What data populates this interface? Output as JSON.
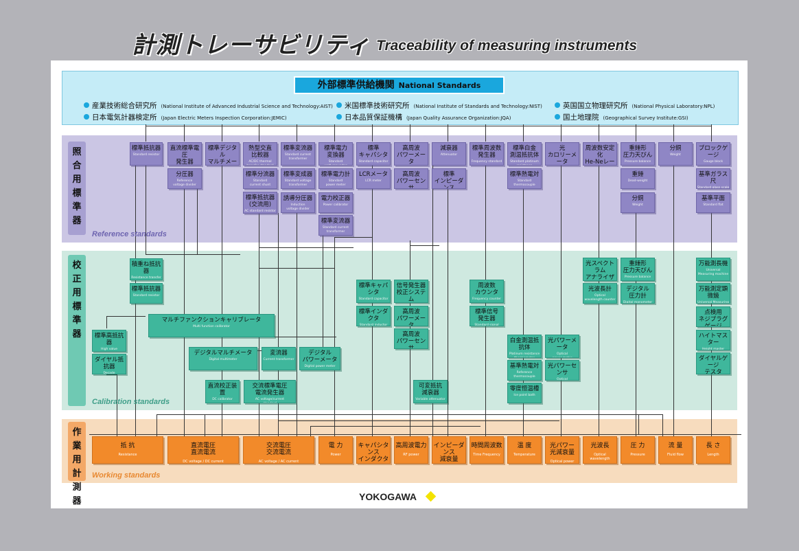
{
  "title": {
    "jp": "計測トレーサビリティ",
    "en": "Traceability of measuring instruments"
  },
  "national": {
    "title_jp": "外部標準供給機関",
    "title_en": "National Standards",
    "institutes": [
      {
        "jp": "産業技術総合研究所",
        "en": "(National Institute of Advanced Industrial Science and Technology:AIST)"
      },
      {
        "jp": "日本電気計器検定所",
        "en": "(Japan Electric Meters Inspection Corporation:JEMIC)"
      },
      {
        "jp": "米国標準技術研究所",
        "en": "(National Institute of Standards and Technology:NIST)"
      },
      {
        "jp": "日本品質保証機構",
        "en": "(Japan Quality Assurance Organization:JQA)"
      },
      {
        "jp": "英国国立物理研究所",
        "en": "(National Physical Laboratory:NPL)"
      },
      {
        "jp": "国土地理院",
        "en": "(Geographical Survey Institute:GSI)"
      }
    ]
  },
  "bands": {
    "reference": {
      "label": "照合用標準器",
      "en": "Reference standards"
    },
    "calibration": {
      "label": "校正用標準器",
      "en": "Calibration standards"
    },
    "working": {
      "label": "作業用計測器",
      "en": "Working standards"
    }
  },
  "reference_boxes": [
    {
      "jp": "標準抵抗器",
      "en": "Standard resistor"
    },
    {
      "jp": "直流標準電圧\n発生器",
      "en": "DC voltage\nreference standard"
    },
    {
      "jp": "分圧器",
      "en": "Reference\nvoltage divider"
    },
    {
      "jp": "標準デジタル\nマルチメータ",
      "en": "Multifunction\ntransfer standard"
    },
    {
      "jp": "熱型交直\n比較器",
      "en": "AC/DC thermal\ntransfer standard"
    },
    {
      "jp": "標準分流器",
      "en": "Standard\ncurrent shunt"
    },
    {
      "jp": "標準抵抗器\n(交流用)",
      "en": "AC standard resistor"
    },
    {
      "jp": "標準変流器",
      "en": "Standard current\ntransformer"
    },
    {
      "jp": "標準変成器",
      "en": "Standard voltage\ntransformer"
    },
    {
      "jp": "誘導分圧器",
      "en": "Induction\nvoltage divider"
    },
    {
      "jp": "標準電力\n変換器",
      "en": "Standard\nwatt converter"
    },
    {
      "jp": "標準電力計",
      "en": "Standard\npower meter"
    },
    {
      "jp": "電力校正器",
      "en": "Power calibrator"
    },
    {
      "jp": "標準変流器",
      "en": "Standard current\ntransformer"
    },
    {
      "jp": "標準\nキャパシタ",
      "en": "Standard capacitor"
    },
    {
      "jp": "LCRメータ",
      "en": "LCR meter"
    },
    {
      "jp": "高周波\nパワーメータ",
      "en": "RF power meter"
    },
    {
      "jp": "高周波\nパワーセンサ",
      "en": "RF power sensor"
    },
    {
      "jp": "減衰器",
      "en": "Attenuator"
    },
    {
      "jp": "標準\nインピーダンス",
      "en": "Standard impedance"
    },
    {
      "jp": "標準周波数\n発生器",
      "en": "Frequency standard"
    },
    {
      "jp": "標準白金\n測温抵抗体",
      "en": "Standard platinum\nresistance thermometer"
    },
    {
      "jp": "標準熱電対",
      "en": "Standard\nthermocouple"
    },
    {
      "jp": "光\nカロリーメータ",
      "en": "Optical calorimeter"
    },
    {
      "jp": "周波数安定化\nHe-Neレーザ",
      "en": "Frequency-stabilized\nHe-Ne laser"
    },
    {
      "jp": "重錘形\n圧力天びん",
      "en": "Pressure balance"
    },
    {
      "jp": "重錘",
      "en": "Dead-weight"
    },
    {
      "jp": "分銅",
      "en": "Weight"
    },
    {
      "jp": "分銅",
      "en": "Weight"
    },
    {
      "jp": "ブロックゲージ",
      "en": "Gauge block"
    },
    {
      "jp": "基準ガラス尺",
      "en": "Standard glass scale"
    },
    {
      "jp": "基準平面",
      "en": "Standard flat"
    }
  ],
  "calibration_boxes": [
    {
      "jp": "積重ね抵抗器",
      "en": "Resistance transfer\nstandard"
    },
    {
      "jp": "標準抵抗器",
      "en": "Standard resistor"
    },
    {
      "jp": "標準高抵抗器",
      "en": "High value\nstandard resistor"
    },
    {
      "jp": "ダイヤル抵抗器",
      "en": "Decade\nresistance box"
    },
    {
      "jp": "マルチファンクションキャリブレータ",
      "en": "Multi function calibrator"
    },
    {
      "jp": "デジタルマルチメータ",
      "en": "Digital multimeter"
    },
    {
      "jp": "変流器",
      "en": "Current transformer"
    },
    {
      "jp": "デジタル\nパワーメータ",
      "en": "Digital power meter"
    },
    {
      "jp": "直流校正装置",
      "en": "DC calibrator"
    },
    {
      "jp": "交流標準電圧\n電流発生器",
      "en": "AC voltage/current\nstandard"
    },
    {
      "jp": "標準キャパシタ",
      "en": "Standard capacitor"
    },
    {
      "jp": "標準インダクタ",
      "en": "Standard inductor"
    },
    {
      "jp": "信号発生器\n校正システム",
      "en": "Signal generator\ncalibration system"
    },
    {
      "jp": "高周波\nパワーメータ",
      "en": "RF power meter"
    },
    {
      "jp": "高周波\nパワーセンサ",
      "en": "RF power sensor"
    },
    {
      "jp": "可変抵抗\n減衰器",
      "en": "Variable attenuator"
    },
    {
      "jp": "周波数\nカウンタ",
      "en": "Frequency counter"
    },
    {
      "jp": "標準信号\n発生器",
      "en": "Standard signal\ngenerator"
    },
    {
      "jp": "白金測温抵抗体",
      "en": "Platinum resistance\nthermometer"
    },
    {
      "jp": "基準熱電対",
      "en": "Reference\nthermocouple"
    },
    {
      "jp": "零度恒温槽",
      "en": "Ice point bath"
    },
    {
      "jp": "光パワーメータ",
      "en": "Optical\npower meter"
    },
    {
      "jp": "光パワーセンサ",
      "en": "Optical\npower sensor"
    },
    {
      "jp": "光スペクトラム\nアナライザ",
      "en": "Optical\nspectrum analyzer"
    },
    {
      "jp": "光波長計",
      "en": "Optical\nwavelength counter"
    },
    {
      "jp": "重錘形\n圧力天びん",
      "en": "Pressure balance"
    },
    {
      "jp": "デジタル\n圧力計",
      "en": "Digital manometer"
    },
    {
      "jp": "万能測長機",
      "en": "Universal\nMeasuring machine"
    },
    {
      "jp": "万能測定顕微鏡",
      "en": "Universal Measuring\nmicro scope"
    },
    {
      "jp": "点検用\nネジプラグゲージ",
      "en": "Screw plug gauge\nfor checking"
    },
    {
      "jp": "ハイトマスター",
      "en": "Height master"
    },
    {
      "jp": "ダイヤルゲージ\nテスタ",
      "en": "Dial gauge tester"
    }
  ],
  "working_boxes": [
    {
      "jp": "抵 抗",
      "en": "Resistance"
    },
    {
      "jp": "直流電圧\n直流電流",
      "en": "DC voltage / DC current"
    },
    {
      "jp": "交流電圧\n交流電流",
      "en": "AC voltage / AC current"
    },
    {
      "jp": "電 力",
      "en": "Power"
    },
    {
      "jp": "キャパシタンス\nインダクタンス",
      "en": "Capacitance\nInductance"
    },
    {
      "jp": "高周波電力",
      "en": "RF power"
    },
    {
      "jp": "インピーダンス\n減衰量",
      "en": "Impedance\nAttenuation"
    },
    {
      "jp": "時間周波数",
      "en": "Time Frequency"
    },
    {
      "jp": "温 度",
      "en": "Temperature"
    },
    {
      "jp": "光パワー\n光減衰量",
      "en": "Optical power\nOptical attenuation"
    },
    {
      "jp": "光波長",
      "en": "Optical wavelength"
    },
    {
      "jp": "圧 力",
      "en": "Pressure"
    },
    {
      "jp": "流 量",
      "en": "Fluid flow"
    },
    {
      "jp": "長 さ",
      "en": "Length"
    }
  ],
  "logo": "YOKOGAWA",
  "colors": {
    "national": "#c5ecf7",
    "reference": "#8f86c5",
    "calibration": "#3fb79c",
    "working": "#f28a2a",
    "logo_diamond": "#f3e300"
  }
}
